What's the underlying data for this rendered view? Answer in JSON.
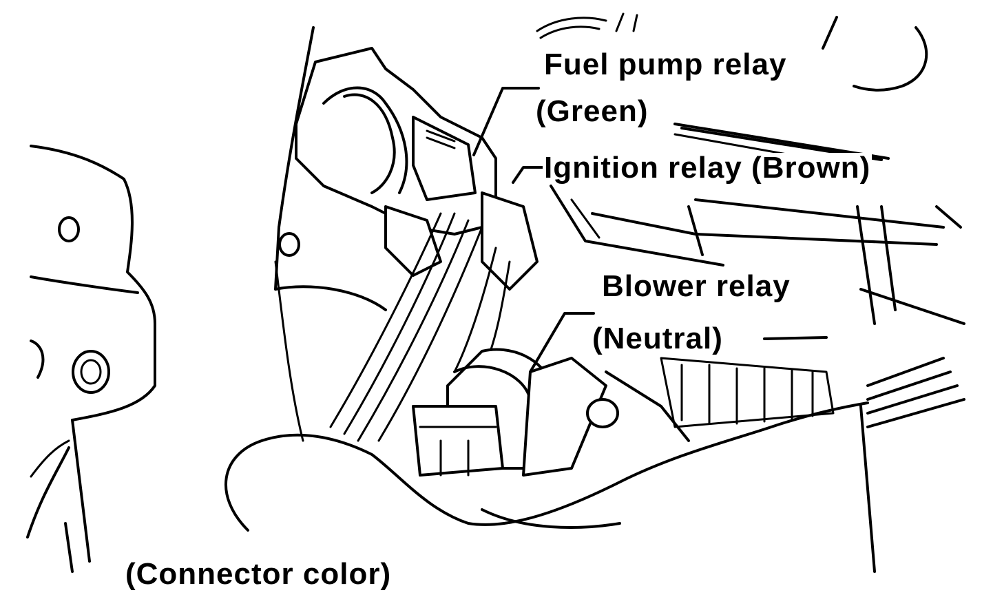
{
  "labels": {
    "fuel_pump_relay": "Fuel pump relay",
    "fuel_pump_relay_color": "(Green)",
    "ignition_relay": "Ignition relay (Brown)",
    "blower_relay": "Blower relay",
    "blower_relay_color": "(Neutral)",
    "connector_color": "(Connector color)"
  },
  "colors": {
    "ink": "#000000",
    "background": "#ffffff"
  }
}
